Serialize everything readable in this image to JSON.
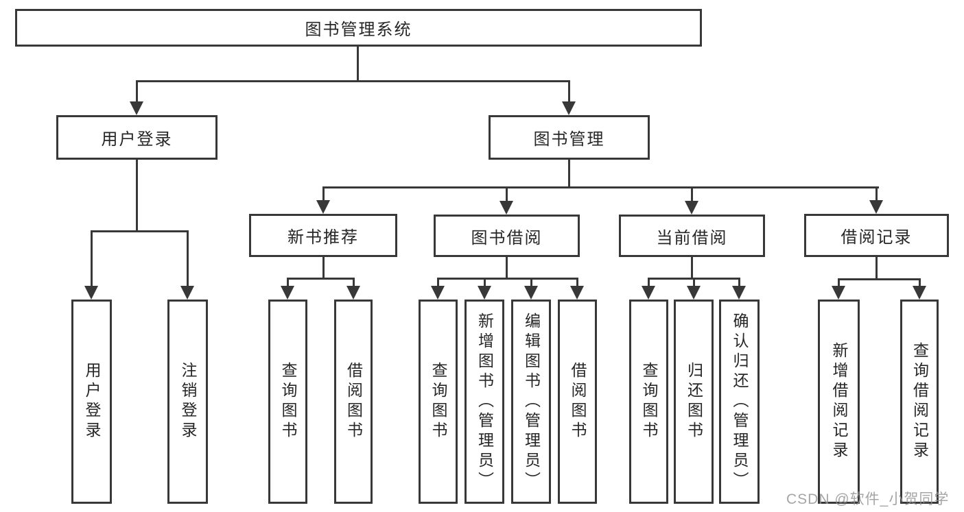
{
  "diagram": {
    "title": "图书管理系统",
    "watermark": "CSDN @软件_小贺同学",
    "colors": {
      "line": "#383838",
      "text": "#262626",
      "background": "#ffffff",
      "watermark": "#919191"
    },
    "nodes": {
      "root": "图书管理系统",
      "user_login": "用户登录",
      "book_mgmt": "图书管理",
      "new_book_rec": "新书推荐",
      "book_borrow": "图书借阅",
      "current_borrow": "当前借阅",
      "borrow_record": "借阅记录",
      "leaf_user_login": "用户登录",
      "leaf_logout": "注销登录",
      "leaf_nb_query": "查询图书",
      "leaf_nb_borrow": "借阅图书",
      "leaf_bb_query": "查询图书",
      "leaf_bb_add": "新增图书（管理员）",
      "leaf_bb_edit": "编辑图书（管理员）",
      "leaf_bb_borrow": "借阅图书",
      "leaf_cb_query": "查询图书",
      "leaf_cb_return": "归还图书",
      "leaf_cb_confirm": "确认归还（管理员）",
      "leaf_br_add": "新增借阅记录",
      "leaf_br_query": "查询借阅记录"
    },
    "hierarchy": {
      "图书管理系统": {
        "用户登录": [
          "用户登录",
          "注销登录"
        ],
        "图书管理": {
          "新书推荐": [
            "查询图书",
            "借阅图书"
          ],
          "图书借阅": [
            "查询图书",
            "新增图书（管理员）",
            "编辑图书（管理员）",
            "借阅图书"
          ],
          "当前借阅": [
            "查询图书",
            "归还图书",
            "确认归还（管理员）"
          ],
          "借阅记录": [
            "新增借阅记录",
            "查询借阅记录"
          ]
        }
      }
    }
  }
}
